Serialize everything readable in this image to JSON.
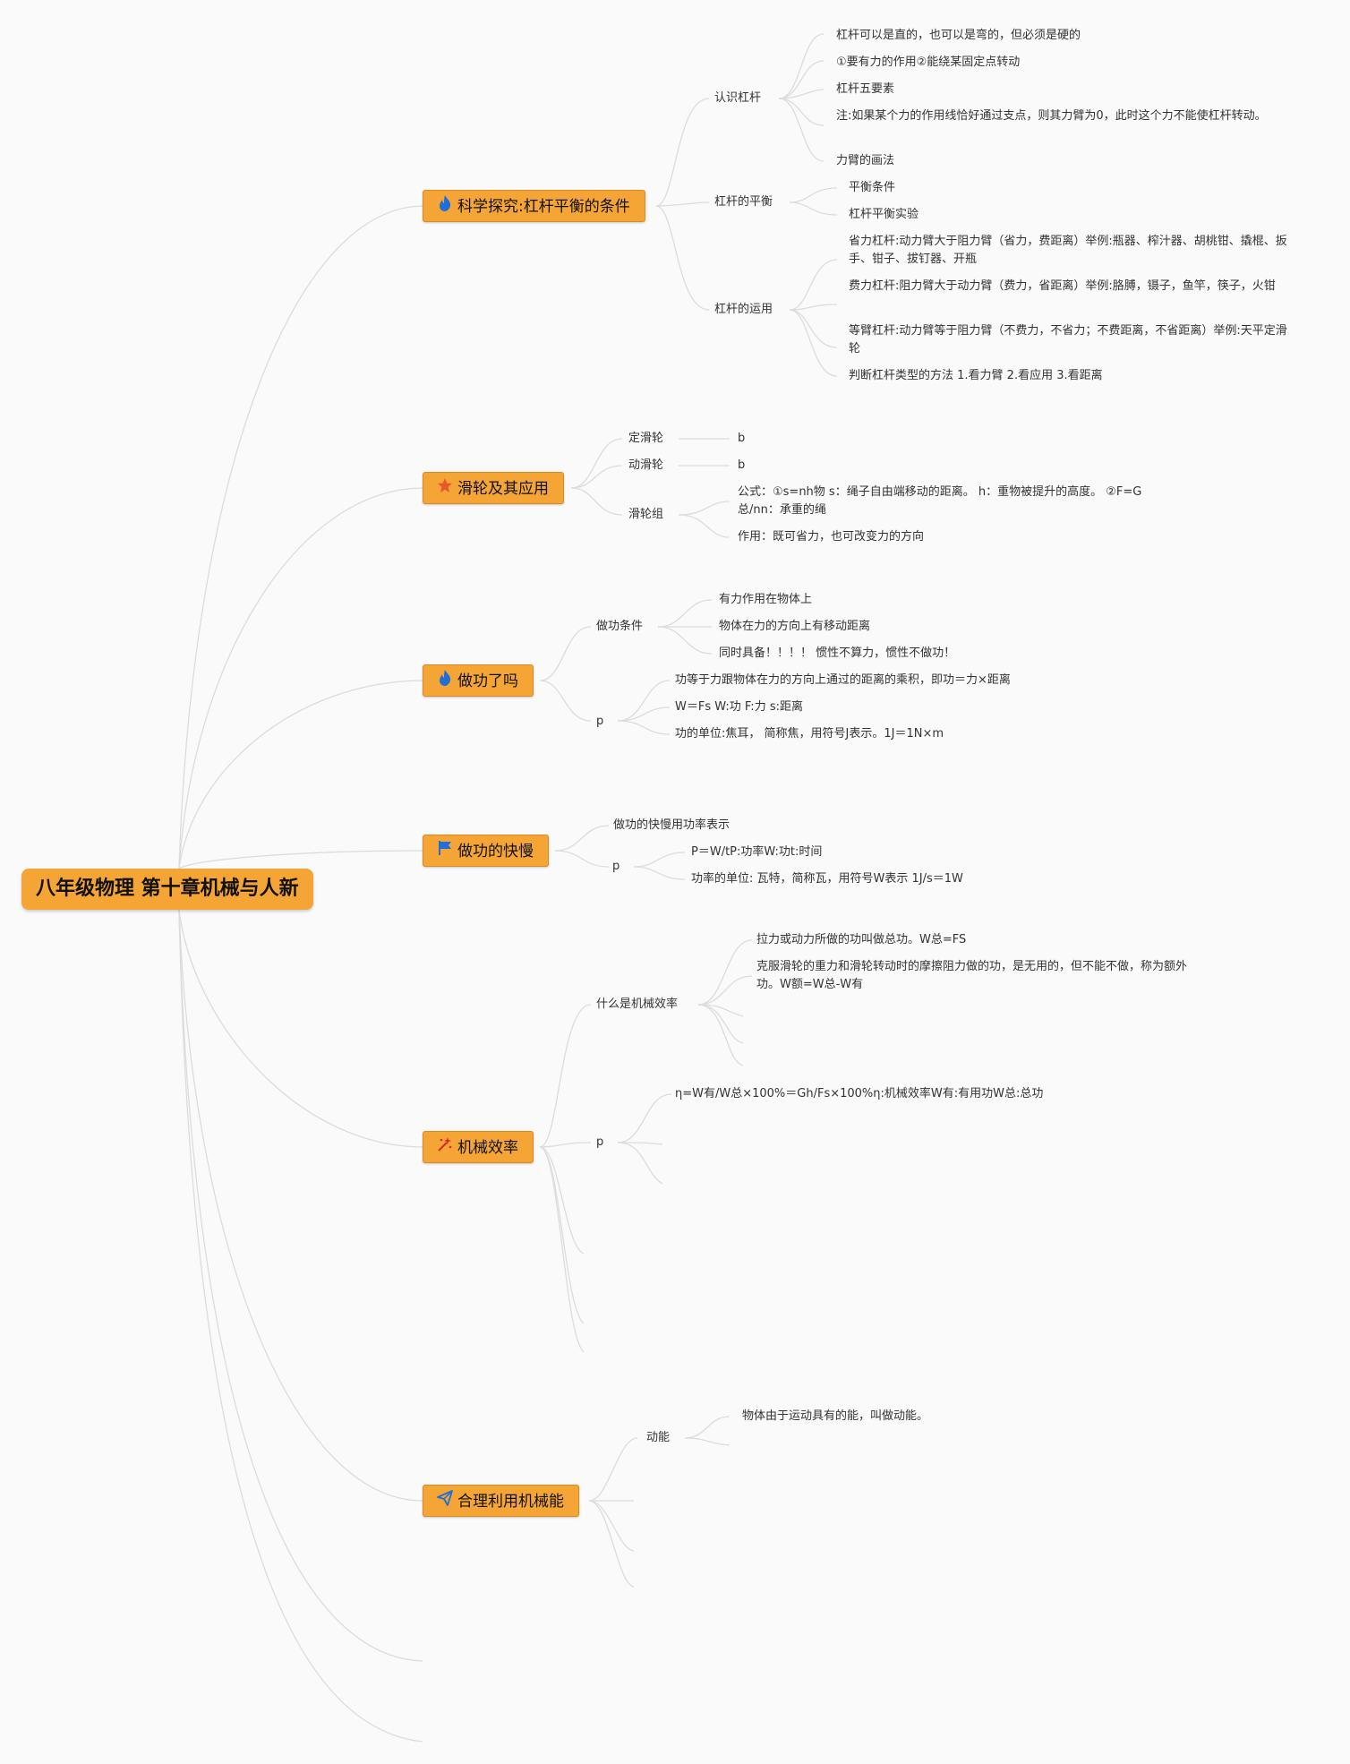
{
  "root": {
    "title": "八年级物理 第十章机械与人新"
  },
  "topics": {
    "lever": {
      "icon": "fire-icon",
      "label": "科学探究:杠杆平衡的条件",
      "know_lever": {
        "label": "认识杠杆",
        "items": [
          "杠杆可以是直的，也可以是弯的，但必须是硬的",
          "①要有力的作用②能绕某固定点转动",
          "杠杆五要素",
          "注:如果某个力的作用线恰好通过支点，则其力臂为0，此时这个力不能使杠杆转动。",
          "力臂的画法"
        ]
      },
      "balance": {
        "label": "杠杆的平衡",
        "items": [
          "平衡条件",
          "杠杆平衡实验"
        ]
      },
      "usage": {
        "label": "杠杆的运用",
        "items": [
          "省力杠杆:动力臂大于阻力臂（省力，费距离）举例:瓶器、榨汁器、胡桃钳、撬棍、扳手、钳子、拔钉器、开瓶",
          "费力杠杆:阻力臂大于动力臂（费力，省距离）举例:胳膊，镊子，鱼竿，筷子，火钳",
          "等臂杠杆:动力臂等于阻力臂（不费力，不省力；不费距离，不省距离）举例:天平定滑轮",
          "判断杠杆类型的方法 1.看力臂 2.看应用 3.看距离"
        ]
      }
    },
    "pulley": {
      "icon": "star-icon",
      "label": "滑轮及其应用",
      "fixed": {
        "label": "定滑轮",
        "items": [
          "b"
        ]
      },
      "movable": {
        "label": "动滑轮",
        "items": [
          "b"
        ]
      },
      "group": {
        "label": "滑轮组",
        "items": [
          "公式：①s=nh物 s：绳子自由端移动的距离。 h：重物被提升的高度。 ②F=G总/nn：承重的绳",
          "作用：既可省力，也可改变力的方向"
        ]
      }
    },
    "work": {
      "icon": "fire-icon",
      "label": "做功了吗",
      "condition": {
        "label": "做功条件",
        "items": [
          "有力作用在物体上",
          "物体在力的方向上有移动距离",
          "同时具备！！！！ 惯性不算力，惯性不做功！"
        ]
      },
      "p": {
        "label": "p",
        "items": [
          "功等于力跟物体在力的方向上通过的距离的乘积，即功＝力×距离",
          "W＝Fs W:功 F:力 s:距离",
          "功的单位:焦耳， 简称焦，用符号J表示。1J＝1N×m"
        ]
      }
    },
    "power": {
      "icon": "flag-icon",
      "label": "做功的快慢",
      "intro": "做功的快慢用功率表示",
      "p": {
        "label": "p",
        "items": [
          "P＝W/tP:功率W:功t:时间",
          "功率的单位: 瓦特，简称瓦，用符号W表示 1J/s＝1W"
        ]
      }
    },
    "efficiency": {
      "icon": "sparkle-icon",
      "label": "机械效率",
      "what": {
        "label": "什么是机械效率",
        "items": [
          "拉力或动力所做的功叫做总功。W总=FS",
          "克服滑轮的重力和滑轮转动时的摩擦阻力做的功，是无用的，但不能不做，称为额外功。W额=W总-W有"
        ]
      },
      "p": {
        "label": "p",
        "items": [
          "η=W有/W总×100%＝Gh/Fs×100%η:机械效率W有:有用功W总:总功"
        ]
      }
    },
    "energy": {
      "icon": "paper-plane-icon",
      "label": "合理利用机械能",
      "kinetic": {
        "label": "动能",
        "items": [
          "物体由于运动具有的能，叫做动能。"
        ]
      }
    }
  },
  "colors": {
    "topic_fill": "#f5a536",
    "link": "#dcdcdc",
    "background": "#fafafa",
    "icon_fire": "#1f6fd6",
    "icon_star": "#e8572a",
    "icon_flag": "#1f6fd6",
    "icon_sparkle": "#d6282a",
    "icon_plane": "#1f6fd6"
  }
}
